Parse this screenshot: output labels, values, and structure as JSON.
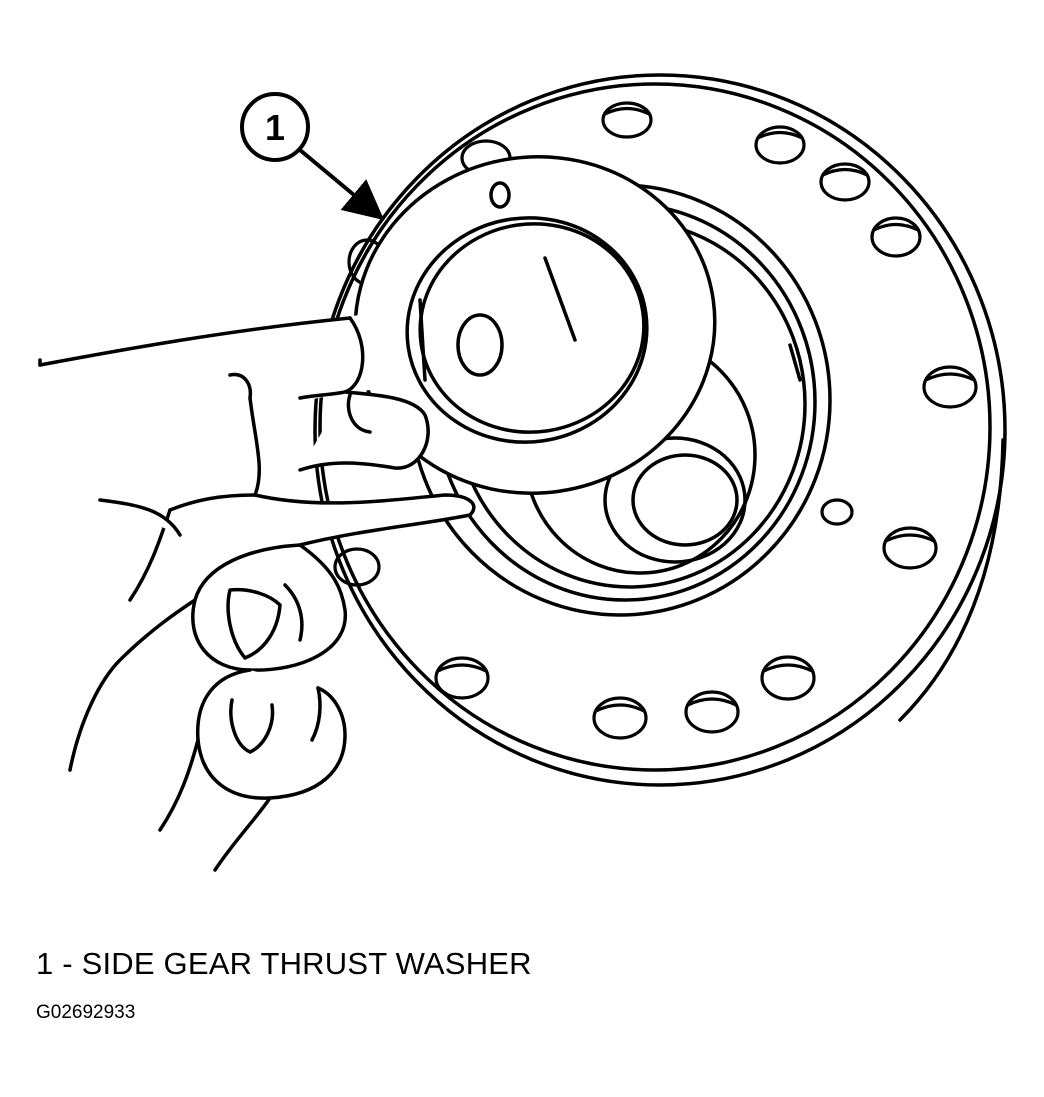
{
  "callout": {
    "number": "1"
  },
  "caption": {
    "text": "1 - SIDE GEAR THRUST WASHER"
  },
  "figure_id": {
    "text": "G02692933"
  },
  "colors": {
    "ink": "#000000",
    "paper": "#ffffff"
  }
}
